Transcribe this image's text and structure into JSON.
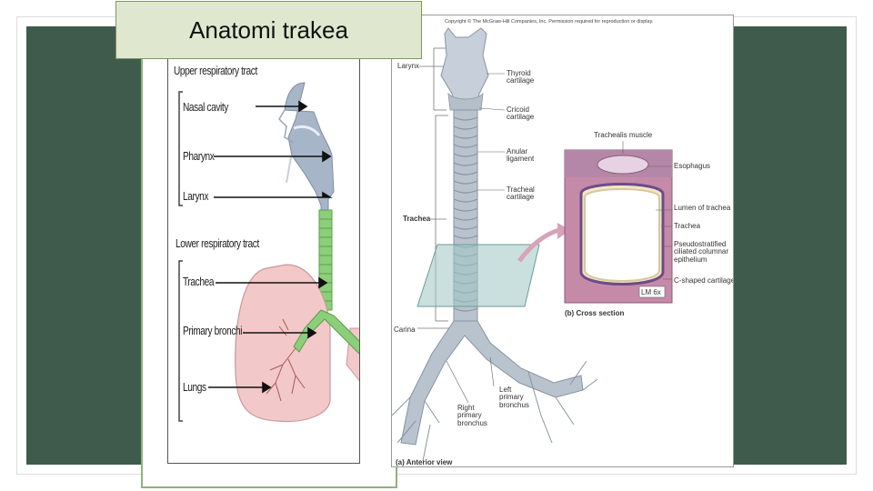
{
  "slide": {
    "title": "Anatomi trakea"
  },
  "left_figure": {
    "header_upper": "Upper respiratory tract",
    "header_lower": "Lower respiratory tract",
    "labels": [
      "Nasal cavity",
      "Pharynx",
      "Larynx",
      "Trachea",
      "Primary bronchi",
      "Lungs"
    ]
  },
  "right_figure": {
    "copyright": "Copyright © The McGraw-Hill Companies, Inc. Permission required for reproduction or display.",
    "larynx": "Larynx",
    "trachea": "Trachea",
    "carina": "Carina",
    "thyroid": "Thyroid cartilage",
    "cricoid": "Cricoid cartilage",
    "anular": "Anular ligament",
    "tracheal_cart": "Tracheal cartilage",
    "left_primary": "Left primary bronchus",
    "right_primary": "Right primary bronchus",
    "anterior_view": "(a) Anterior view",
    "cross_section": "(b) Cross section",
    "trachealis": "Trachealis muscle",
    "esophagus": "Esophagus",
    "lumen": "Lumen of trachea",
    "trachea_cs": "Trachea",
    "pseudo": "Pseudostratified ciliated columnar epithelium",
    "cshaped": "C-shaped cartilage",
    "lm": "LM 6x"
  },
  "colors": {
    "panel": "#3f5b4c",
    "title_bg": "#dfe8cf",
    "card_border": "#8fb37a",
    "upper_tract": "#a7b5c8",
    "lower_tract": "#8ccf7a",
    "lung": "#f3c8c8"
  }
}
